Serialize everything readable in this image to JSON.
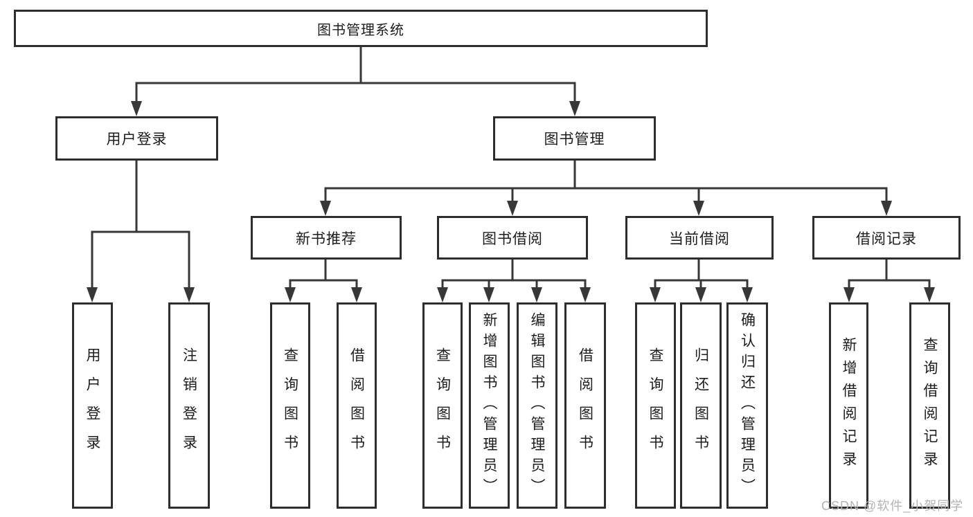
{
  "tree": {
    "label": "图书管理系统",
    "children": [
      {
        "label": "用户登录",
        "children": [
          {
            "label": "用户登录"
          },
          {
            "label": "注销登录"
          }
        ]
      },
      {
        "label": "图书管理",
        "children": [
          {
            "label": "新书推荐",
            "children": [
              {
                "label": "查询图书"
              },
              {
                "label": "借阅图书"
              }
            ]
          },
          {
            "label": "图书借阅",
            "children": [
              {
                "label": "查询图书"
              },
              {
                "label": "新增图书（管理员）"
              },
              {
                "label": "编辑图书（管理员）"
              },
              {
                "label": "借阅图书"
              }
            ]
          },
          {
            "label": "当前借阅",
            "children": [
              {
                "label": "查询图书"
              },
              {
                "label": "归还图书"
              },
              {
                "label": "确认归还（管理员）"
              }
            ]
          },
          {
            "label": "借阅记录",
            "children": [
              {
                "label": "新增借阅记录"
              },
              {
                "label": "查询借阅记录"
              }
            ]
          }
        ]
      }
    ]
  },
  "watermark": {
    "text": "CSDN @软件_小贺同学"
  },
  "colors": {
    "line": "#373737",
    "box_border": "#2d2d2d",
    "text": "#1c1c1c",
    "watermark": "#b3b3b3",
    "background": "#ffffff"
  }
}
